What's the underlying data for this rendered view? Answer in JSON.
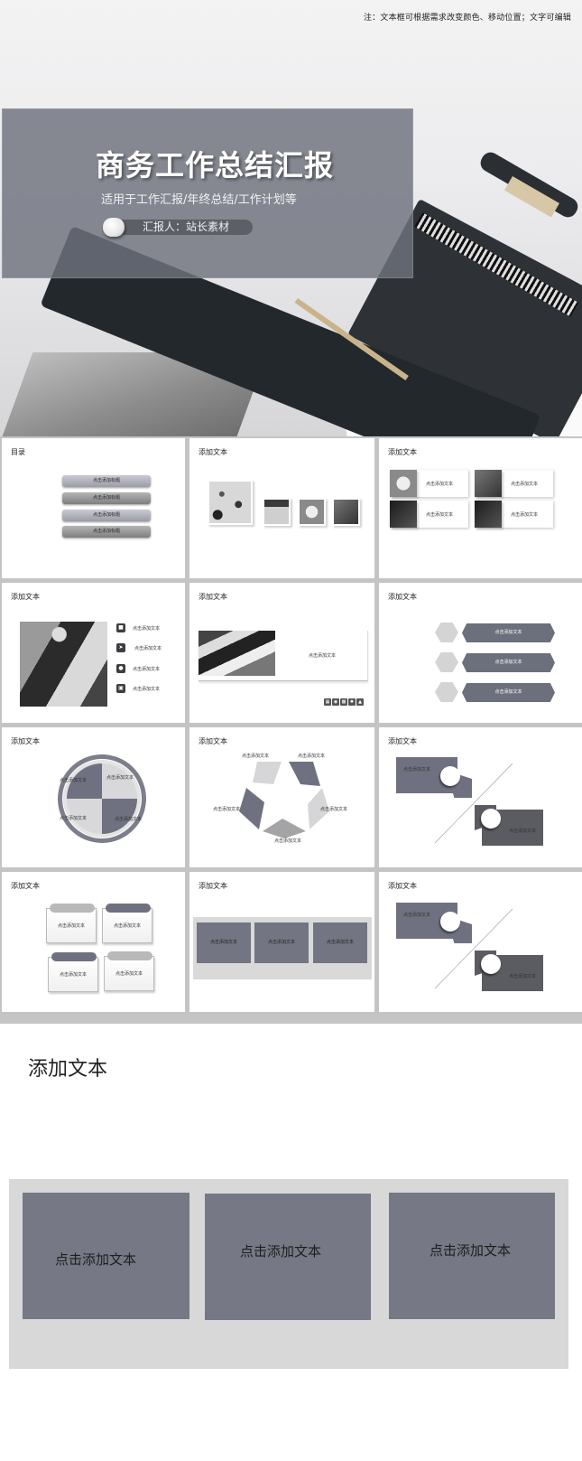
{
  "cover": {
    "note": "注：文本框可根据需求改变颜色、移动位置；文字可编辑",
    "title": "商务工作总结汇报",
    "subtitle": "适用于工作汇报/年终总结/工作计划等",
    "reporter": "汇报人：站长素材",
    "colors": {
      "panel": "#6e717c",
      "accent": "#737582"
    }
  },
  "slides": [
    {
      "title": "目录",
      "items": [
        "点击添加标题",
        "点击添加标题",
        "点击添加标题",
        "点击添加标题"
      ]
    },
    {
      "title": "添加文本",
      "images": [
        "photo-1",
        "photo-2",
        "photo-3",
        "photo-4"
      ]
    },
    {
      "title": "添加文本",
      "cards": [
        "点击添加文本",
        "点击添加文本",
        "点击添加文本",
        "点击添加文本"
      ]
    },
    {
      "title": "添加文本",
      "items": [
        "点击添加文本",
        "点击添加文本",
        "点击添加文本",
        "点击添加文本"
      ],
      "icons": [
        "bag-icon",
        "rocket-icon",
        "head-icon",
        "cart-icon"
      ]
    },
    {
      "title": "添加文本",
      "caption": "点击添加文本",
      "icons": [
        "grid-icon",
        "globe-icon",
        "chat-icon",
        "gear-icon",
        "user-icon"
      ]
    },
    {
      "title": "添加文本",
      "items": [
        "点击添加文本",
        "点击添加文本",
        "点击添加文本"
      ]
    },
    {
      "title": "添加文本",
      "labels": [
        "点击添加文本",
        "点击添加文本",
        "点击添加文本",
        "点击添加文本"
      ]
    },
    {
      "title": "添加文本",
      "labels": [
        "点击添加文本",
        "点击添加文本",
        "点击添加文本",
        "点击添加文本",
        "点击添加文本"
      ]
    },
    {
      "title": "添加文本",
      "labels": [
        "点击添加文本",
        "点击添加文本"
      ]
    },
    {
      "title": "添加文本",
      "labels": [
        "点击添加文本",
        "点击添加文本",
        "点击添加文本",
        "点击添加文本"
      ]
    },
    {
      "title": "添加文本",
      "labels": [
        "点击添加文本",
        "点击添加文本",
        "点击添加文本"
      ]
    },
    {
      "title": "添加文本",
      "labels": [
        "点击添加文本",
        "点击添加文本"
      ]
    }
  ],
  "final_slide": {
    "title": "添加文本",
    "boxes": [
      "点击添加文本",
      "点击添加文本",
      "点击添加文本"
    ]
  }
}
